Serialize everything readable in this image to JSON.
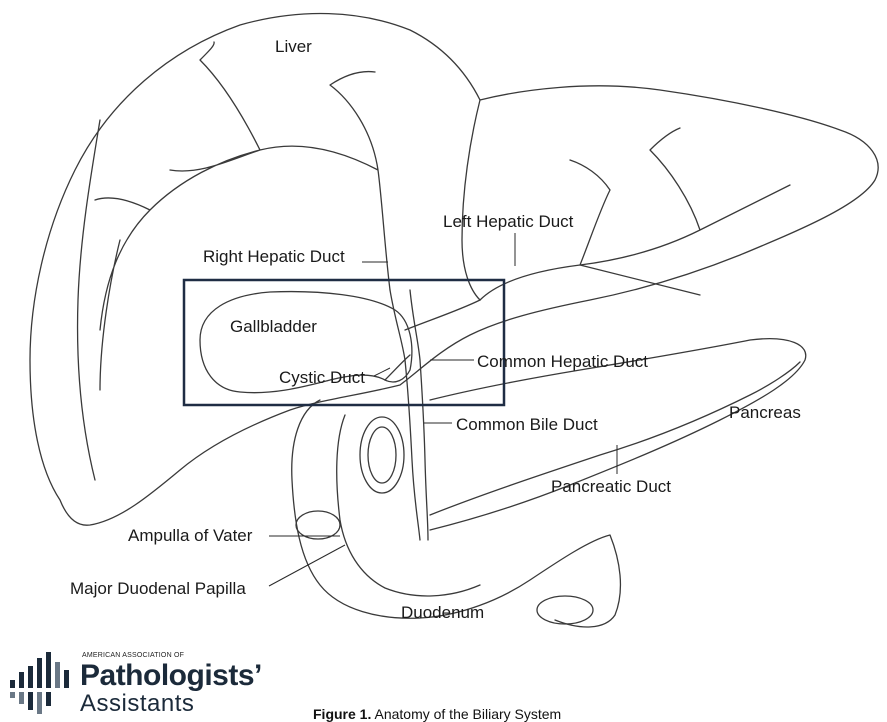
{
  "labels": {
    "liver": "Liver",
    "right_hepatic_duct": "Right Hepatic Duct",
    "left_hepatic_duct": "Left Hepatic Duct",
    "gallbladder": "Gallbladder",
    "cystic_duct": "Cystic Duct",
    "common_hepatic_duct": "Common Hepatic Duct",
    "common_bile_duct": "Common Bile Duct",
    "pancreas": "Pancreas",
    "pancreatic_duct": "Pancreatic Duct",
    "ampulla_of_vater": "Ampulla of Vater",
    "major_duodenal_papilla": "Major Duodenal Papilla",
    "duodenum": "Duodenum"
  },
  "logo": {
    "top_line": "AMERICAN ASSOCIATION OF",
    "main_line": "Pathologists’",
    "sub_line": "Assistants"
  },
  "caption": {
    "bold": "Figure 1.",
    "text": " Anatomy of the Biliary System"
  },
  "colors": {
    "line": "#3a3a3a",
    "highlight_box": "#1f2d44",
    "logo_text": "#1b2a3a"
  }
}
